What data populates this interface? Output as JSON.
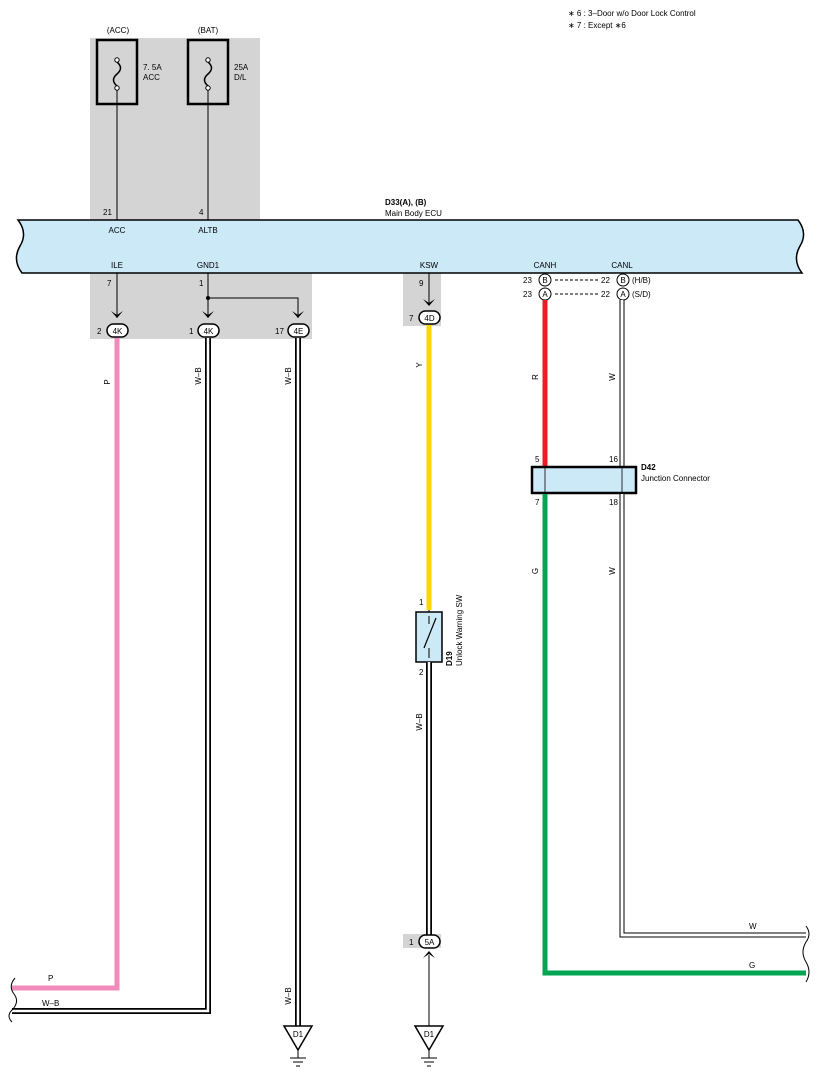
{
  "notes": [
    "∗ 6 : 3–Door w/o Door Lock Control",
    "∗ 7 : Except ∗6"
  ],
  "fuses": [
    {
      "source": "(ACC)",
      "rating": "7. 5A",
      "name": "ACC"
    },
    {
      "source": "(BAT)",
      "rating": "25A",
      "name": "D/L"
    }
  ],
  "ecu": {
    "code": "D33(A), (B)",
    "name": "Main Body ECU"
  },
  "ecu_top_pins": [
    {
      "pin": "21",
      "name": "ACC"
    },
    {
      "pin": "4",
      "name": "ALTB"
    }
  ],
  "ecu_bottom_pins": [
    {
      "pin": "7",
      "name": "ILE"
    },
    {
      "pin": "1",
      "name": "GND1"
    },
    {
      "pin": "9",
      "name": "KSW"
    },
    {
      "name": "CANH"
    },
    {
      "name": "CANL"
    }
  ],
  "can_rows": [
    {
      "left_pin": "23",
      "left_conn": "B",
      "right_pin": "22",
      "right_conn": "B",
      "variant": "(H/B)"
    },
    {
      "left_pin": "23",
      "left_conn": "A",
      "right_pin": "22",
      "right_conn": "A",
      "variant": "(S/D)"
    }
  ],
  "junction_connectors": [
    {
      "pin": "2",
      "code": "4K"
    },
    {
      "pin": "1",
      "code": "4K"
    },
    {
      "pin": "17",
      "code": "4E"
    },
    {
      "pin": "7",
      "code": "4D"
    },
    {
      "pin": "1",
      "code": "5A"
    }
  ],
  "wire_colors": {
    "p1": "P",
    "wb1": "W–B",
    "wb2": "W–B",
    "y": "Y",
    "wb3": "W–B",
    "wb4": "W–B",
    "r": "R",
    "w1": "W",
    "g": "G",
    "w2": "W",
    "p_exit": "P",
    "wb_exit": "W–B",
    "w_exit": "W",
    "g_exit": "G"
  },
  "junction": {
    "code": "D42",
    "name": "Junction Connector",
    "pins": {
      "tl": "5",
      "tr": "16",
      "bl": "7",
      "br": "18"
    }
  },
  "switch": {
    "code": "D19",
    "name": "Unlock Warning SW",
    "pin_top": "1",
    "pin_bottom": "2"
  },
  "grounds": [
    "D1",
    "D1"
  ],
  "colors": {
    "pink": "#f18bbb",
    "yellow": "#ffd700",
    "red": "#ed1c24",
    "green": "#00a651",
    "ecu_fill": "#cce9f8",
    "shade": "#d4d4d4"
  }
}
